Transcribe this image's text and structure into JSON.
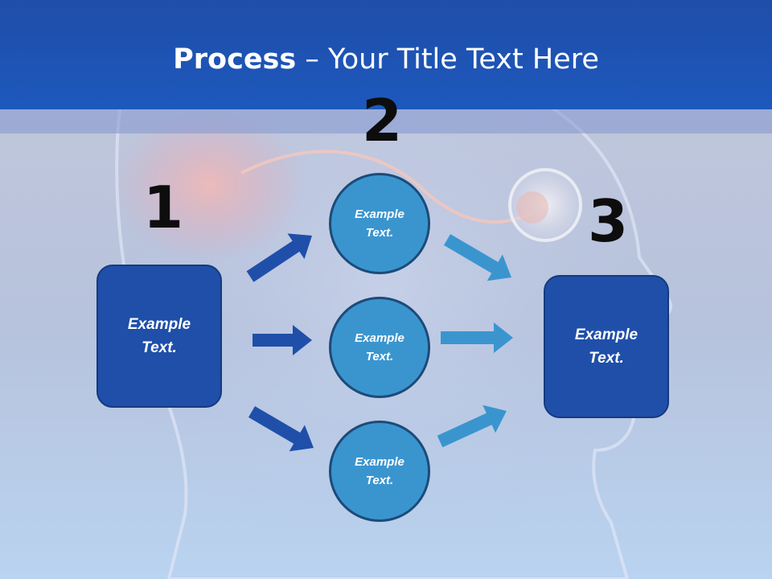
{
  "slide": {
    "title_bold": "Process",
    "title_rest": " – Your Title Text Here"
  },
  "steps": [
    {
      "number": "1",
      "label": "Example Text."
    },
    {
      "number": "2",
      "label": "Example Text."
    },
    {
      "number": "3",
      "label": "Example Text."
    }
  ],
  "circles": [
    {
      "label": "Example Text."
    },
    {
      "label": "Example Text."
    },
    {
      "label": "Example Text."
    }
  ],
  "colors": {
    "title_bar": "#1f4ea9",
    "box_fill": "#1f4fa9",
    "circle_fill": "#3a95cf",
    "arrow_dark": "#1f4fa9",
    "arrow_light": "#3a95cf"
  }
}
